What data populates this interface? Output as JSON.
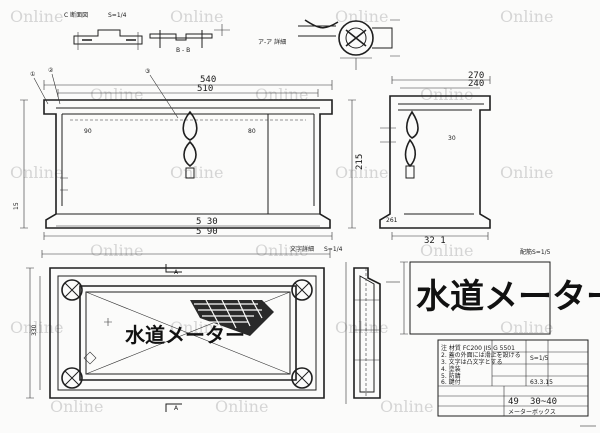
{
  "watermark": "Online",
  "dimensions": {
    "top_width_540": "540",
    "top_width_510": "510",
    "top_width_270": "270",
    "top_width_240": "240",
    "side_height": "215",
    "bottom_530": "5 30",
    "bottom_590": "5 90",
    "bottom_321": "32 1"
  },
  "section_labels": {
    "a_a": "A",
    "b_b": "B - B",
    "detail": "C 断面図",
    "detail_scale": "S=1/4",
    "plan_title": "文字詳細",
    "plan_scale": "S=1/4",
    "chain_detail": "ア-ア 詳細"
  },
  "callouts": [
    "①",
    "②",
    "③"
  ],
  "lid_text": "水道メーター",
  "title_box_text": "水道メーター",
  "title_block": {
    "notes": [
      "注 材質 FC200 JIS G 5501",
      "2. 蓋の外面には滑止を設ける",
      "3. 文字は凸文字とする",
      "4. 塗装",
      "5. 防錆",
      "6. 鍵付"
    ],
    "no_label": "49",
    "size": "30~40",
    "name": "メーターボックス",
    "date": "63.3.15",
    "scale": "S=1/5"
  }
}
